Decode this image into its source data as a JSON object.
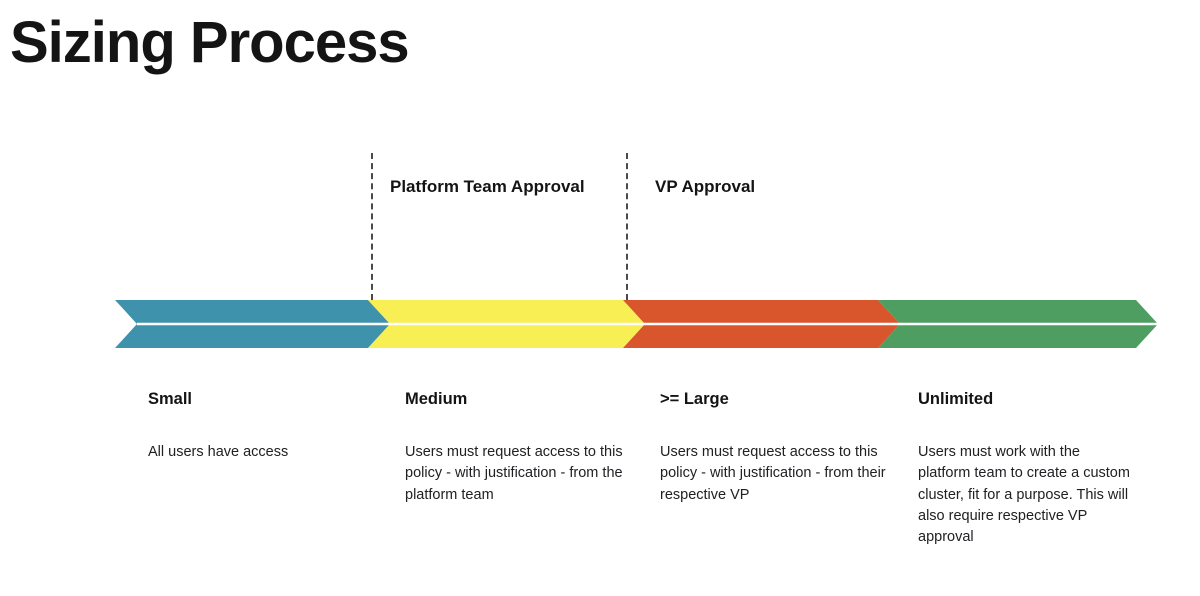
{
  "title": "Sizing Process",
  "annotations": [
    {
      "label": "Platform Team Approval"
    },
    {
      "label": "VP Approval"
    }
  ],
  "stages": [
    {
      "name": "Small",
      "description": "All users have access",
      "color": "#3e92ab"
    },
    {
      "name": "Medium",
      "description": "Users must request access to this policy - with justification - from the platform team",
      "color": "#f8ef55"
    },
    {
      "name": ">= Large",
      "description": "Users must request access to this policy - with justification - from their respective VP",
      "color": "#d9552c"
    },
    {
      "name": "Unlimited",
      "description": "Users must work with the platform team to create a custom cluster, fit for a purpose. This will also require respective VP approval",
      "color": "#4e9e61"
    }
  ],
  "arrow": {
    "midline_color": "#ffffff"
  }
}
